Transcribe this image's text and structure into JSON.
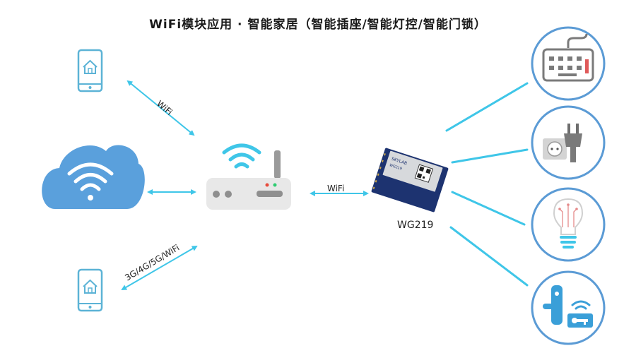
{
  "title": "WiFi模块应用 · 智能家居（智能插座/智能灯控/智能门锁）",
  "links": {
    "phone_router": "WiFi",
    "router_module": "WiFi",
    "phone_cellular": "3G/4G/5G/WiFi"
  },
  "module": {
    "label": "WG219",
    "chip_brand": "SKYLAB",
    "chip_model": "WG219"
  },
  "devices": [
    {
      "name": "keyboard",
      "icon": "keyboard-icon"
    },
    {
      "name": "smart-socket",
      "icon": "plug-socket-icon"
    },
    {
      "name": "smart-light",
      "icon": "light-bulb-icon"
    },
    {
      "name": "smart-lock",
      "icon": "door-lock-icon"
    }
  ],
  "colors": {
    "arrow": "#3fc6e8",
    "cloud": "#5aa0dc",
    "circle_border": "#5b9bd5",
    "phone": "#5cb3d6",
    "router_body": "#e8e8e8",
    "module": "#1d3370"
  }
}
